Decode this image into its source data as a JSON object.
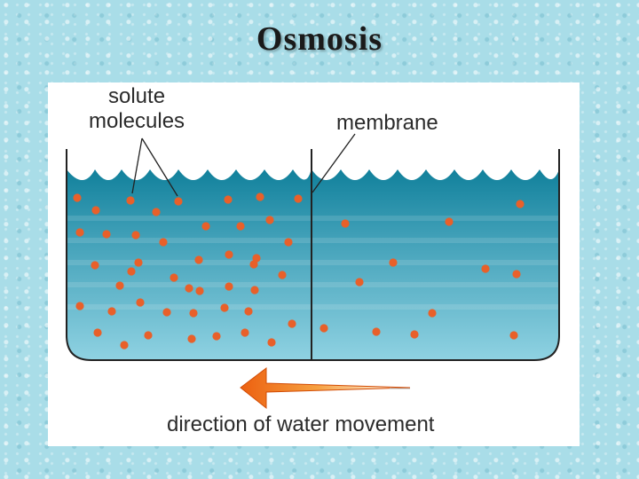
{
  "title": "Osmosis",
  "labels": {
    "solute_line1": "solute",
    "solute_line2": "molecules",
    "membrane": "membrane",
    "direction": "direction of water movement"
  },
  "colors": {
    "background": "#a9dde8",
    "water_top": "#14849f",
    "water_bottom": "#8ed0e0",
    "solute": "#e8602a",
    "arrow_head": "#f07a1a",
    "arrow_tail": "#ffffff",
    "outline": "#222222"
  },
  "solute_molecules": {
    "left_side_count": 45,
    "right_side_count": 12
  }
}
